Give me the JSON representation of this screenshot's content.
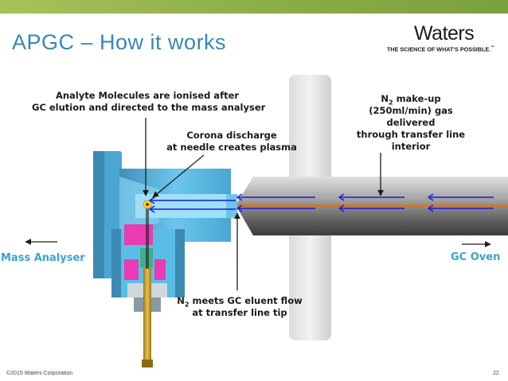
{
  "slide": {
    "title": "APGC – How it works",
    "page_number": "22",
    "copyright": "©2015 Waters Corporation"
  },
  "logo": {
    "wordmark": "Waters",
    "tagline": "THE SCIENCE OF WHAT'S POSSIBLE.",
    "trademark": "™"
  },
  "labels": {
    "analyte_line1": "Analyte Molecules are ionised after",
    "analyte_line2": "GC elution and directed to the mass analyser",
    "corona_line1": "Corona discharge",
    "corona_line2": "at needle creates plasma",
    "n2_makeup_symbol": "N",
    "n2_makeup_subscript": "2",
    "n2_makeup_line1_rest": " make-up",
    "n2_makeup_line2": "(250ml/min) gas",
    "n2_makeup_line3": "delivered",
    "n2_makeup_line4": "through transfer line",
    "n2_makeup_line5": "interior",
    "n2_meets_symbol": "N",
    "n2_meets_subscript": "2",
    "n2_meets_line1_rest": " meets GC eluent flow",
    "n2_meets_line2": "at transfer line tip",
    "mass_analyser": "Mass Analyser",
    "gc_oven": "GC Oven"
  },
  "colors": {
    "accent_blue": "#3a86b4",
    "side_label_blue": "#3aa3d1",
    "source_body": "#5bbde6",
    "flow_arrows": "#1a1ad8",
    "transfer_line": "#c87838",
    "magenta": "#e93cb4",
    "needle_gold": "#c8a030",
    "topbar_green": "#8fb04a"
  }
}
